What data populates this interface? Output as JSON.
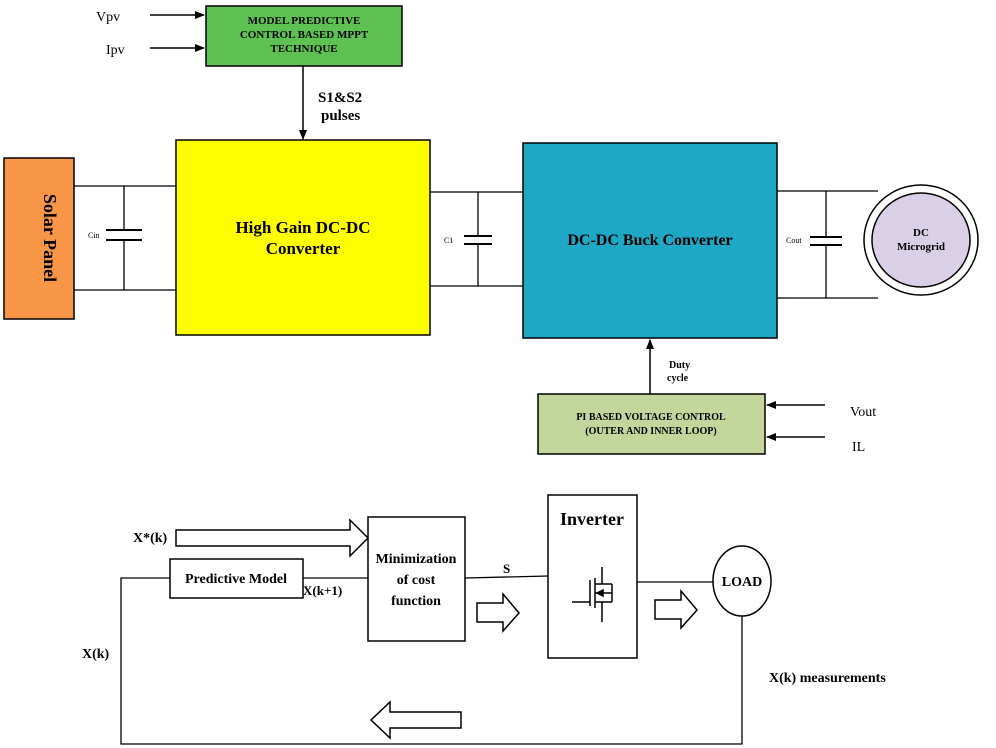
{
  "top_diagram": {
    "solar_panel": "Solar Panel",
    "mppt": {
      "line1": "MODEL PREDICTIVE",
      "line2": "CONTROL BASED MPPT",
      "line3": "TECHNIQUE"
    },
    "input_vpv": "Vpv",
    "input_ipv": "Ipv",
    "pulses_line1": "S1&S2",
    "pulses_line2": "pulses",
    "high_gain_line1": "High Gain DC-DC",
    "high_gain_line2": "Converter",
    "buck": "DC-DC Buck Converter",
    "microgrid_line1": "DC",
    "microgrid_line2": "Microgrid",
    "cap_in": "Cin",
    "cap_c1": "C1",
    "cap_out": "Cout",
    "duty_line1": "Duty",
    "duty_line2": "cycle",
    "pi_line1": "PI BASED VOLTAGE CONTROL",
    "pi_line2": "(OUTER AND INNER LOOP)",
    "input_vout": "Vout",
    "input_il": "IL"
  },
  "bottom_diagram": {
    "reference": "X*(k)",
    "predictive_model": "Predictive Model",
    "prediction": "X(k+1)",
    "minimization_line1": "Minimization",
    "minimization_line2": "of cost",
    "minimization_line3": "function",
    "switch_signal": "S",
    "inverter": "Inverter",
    "load": "LOAD",
    "feedback": "X(k)",
    "measurements": "X(k) measurements"
  },
  "colors": {
    "mppt": "#5ec252",
    "solar": "#f79646",
    "high_gain": "#ffff00",
    "buck": "#1fa8c6",
    "microgrid": "#d9cfe6",
    "pi": "#c3d69b"
  }
}
